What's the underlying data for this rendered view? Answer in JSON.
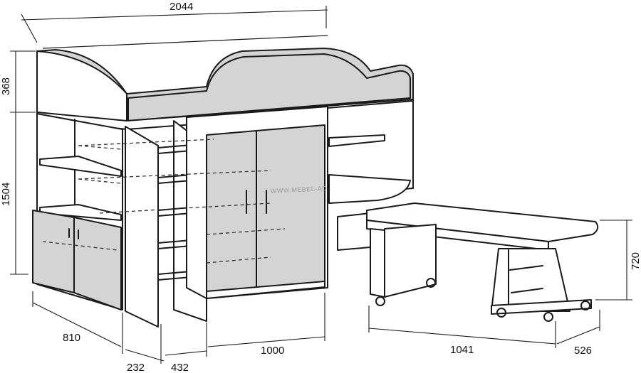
{
  "dimensions": {
    "total_length": "2044",
    "top_height": "368",
    "bed_height": "1504",
    "depth": "810",
    "ladder_depth": "232",
    "ladder_width": "432",
    "wardrobe_width": "1000",
    "desk_length": "1041",
    "desk_depth": "526",
    "desk_height": "720"
  },
  "watermark": "WWW.MEBEL-ADDON.RU"
}
